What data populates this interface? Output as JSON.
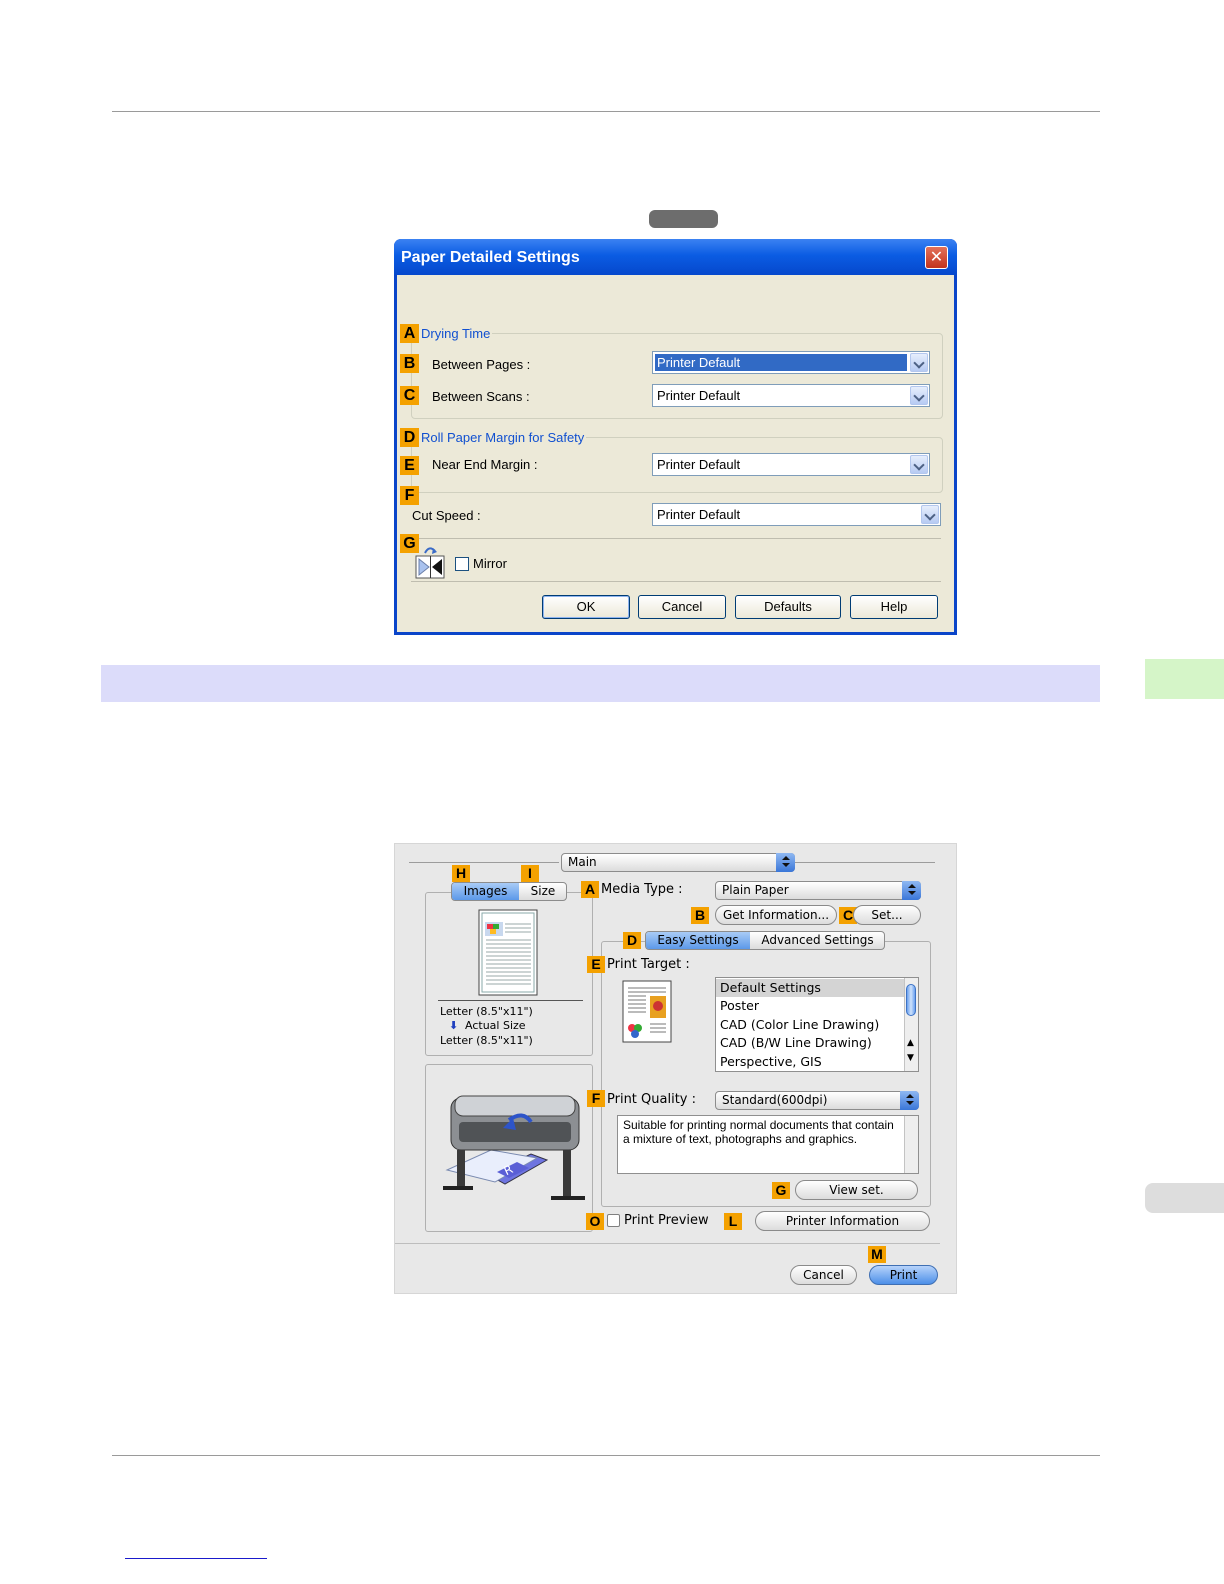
{
  "dialog1": {
    "title": "Paper Detailed Settings",
    "close_glyph": "✕",
    "tags": [
      "A",
      "B",
      "C",
      "D",
      "E",
      "F",
      "G"
    ],
    "drying_time": {
      "group_label": "Drying Time",
      "between_pages_label": "Between Pages :",
      "between_pages_value": "Printer Default",
      "between_scans_label": "Between Scans :",
      "between_scans_value": "Printer Default"
    },
    "roll_margin": {
      "group_label": "Roll Paper Margin for Safety",
      "near_end_label": "Near End Margin :",
      "near_end_value": "Printer Default"
    },
    "cut_speed_label": "Cut Speed :",
    "cut_speed_value": "Printer Default",
    "mirror_label": "Mirror",
    "buttons": {
      "ok": "OK",
      "cancel": "Cancel",
      "defaults": "Defaults",
      "help": "Help"
    }
  },
  "dialog2": {
    "panel_popup": "Main",
    "tags": {
      "a": "A",
      "b": "B",
      "c": "C",
      "d": "D",
      "e": "E",
      "f": "F",
      "g": "G",
      "h": "H",
      "i": "I",
      "l": "L",
      "m": "M",
      "o": "O"
    },
    "preview_tabs": {
      "images": "Images",
      "size": "Size"
    },
    "preview_text": {
      "original_size": "Letter (8.5\"x11\")",
      "scale": "Actual Size",
      "output_size": "Letter (8.5\"x11\")"
    },
    "media_type_label": "Media Type :",
    "media_type_value": "Plain Paper",
    "get_information_button": "Get Information...",
    "set_button": "Set...",
    "mode_tabs": {
      "easy": "Easy Settings",
      "advanced": "Advanced Settings"
    },
    "print_target_label": "Print Target :",
    "print_targets": [
      "Default Settings",
      "Poster",
      "CAD (Color Line Drawing)",
      "CAD (B/W Line Drawing)",
      "Perspective, GIS"
    ],
    "print_quality_label": "Print Quality :",
    "print_quality_value": "Standard(600dpi)",
    "description": "Suitable for printing normal documents that contain a mixture of text, photographs and graphics.",
    "view_set_button": "View set.",
    "print_preview_label": "Print Preview",
    "printer_information_button": "Printer Information",
    "cancel_button": "Cancel",
    "print_button": "Print"
  }
}
